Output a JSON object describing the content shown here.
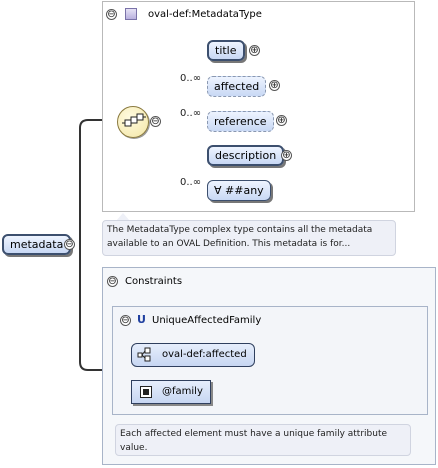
{
  "type_box": {
    "collapse_symbol": "⊖",
    "type_icon": "complex-type-icon",
    "title": "oval-def:MetadataType"
  },
  "root_element": {
    "label": "metadata",
    "toggle_symbol": "⊖"
  },
  "sequence": {
    "icon": "sequence-compositor-icon",
    "toggle_symbol": "⊖"
  },
  "children": [
    {
      "name": "title",
      "occurrence": "",
      "expand_symbol": "⊕"
    },
    {
      "name": "affected",
      "occurrence": "0..∞",
      "expand_symbol": "⊕"
    },
    {
      "name": "reference",
      "occurrence": "0..∞",
      "expand_symbol": "⊕"
    },
    {
      "name": "description",
      "occurrence": "",
      "expand_symbol": "⊕"
    },
    {
      "name": "∀ ##any",
      "occurrence": "0..∞",
      "expand_symbol": ""
    }
  ],
  "type_annotation": "The MetadataType complex type contains all the metadata available to an OVAL Definition. This metadata is for...",
  "constraints": {
    "toggle_symbol": "⊖",
    "title": "Constraints",
    "unique": {
      "toggle_symbol": "⊖",
      "marker": "U",
      "name": "UniqueAffectedFamily",
      "selector": "oval-def:affected",
      "field": "@family"
    },
    "annotation": "Each affected element must have a unique family attribute value."
  }
}
